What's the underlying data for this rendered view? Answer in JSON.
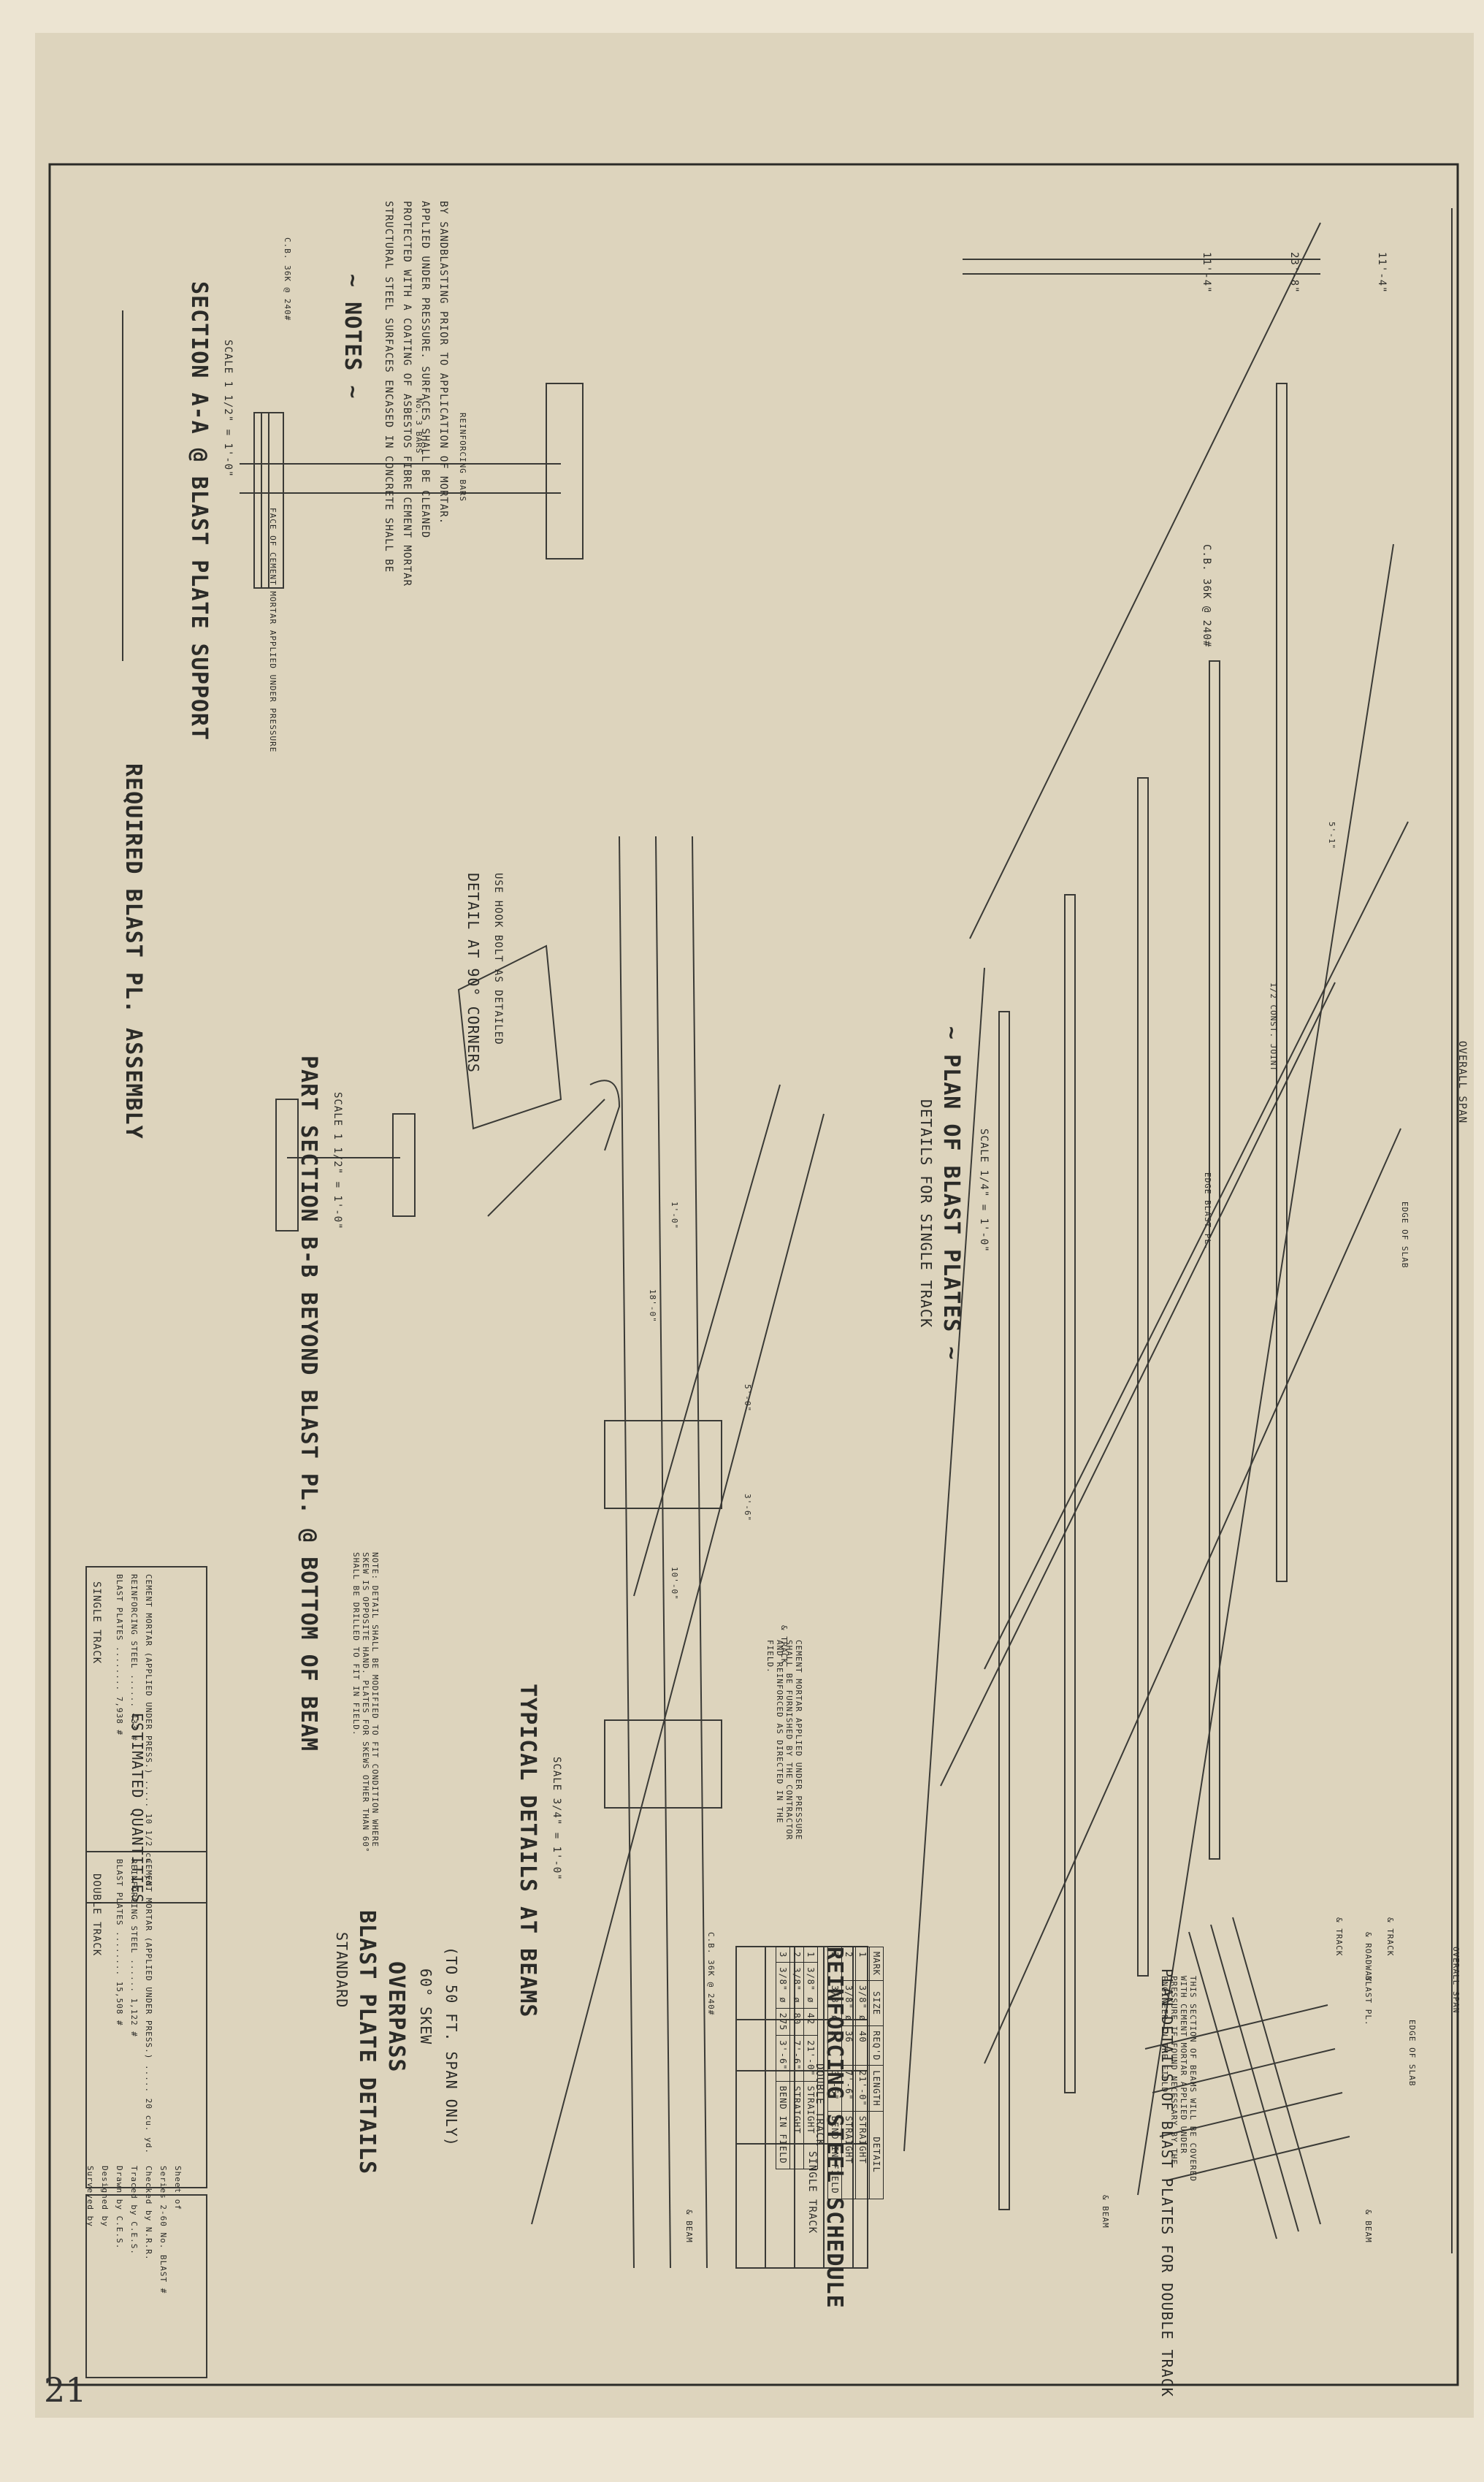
{
  "sheet_no": "21",
  "notes": {
    "heading": "~ NOTES ~",
    "lines": [
      "STRUCTURAL STEEL SURFACES ENCASED IN CONCRETE SHALL BE",
      "PROTECTED WITH A COATING OF ASBESTOS FIBRE CEMENT MORTAR",
      "APPLIED UNDER PRESSURE. SURFACES SHALL BE CLEANED",
      "BY SANDBLASTING PRIOR TO APPLICATION OF MORTAR."
    ]
  },
  "plan": {
    "caption": "DETAILS FOR SINGLE TRACK",
    "title": "~ PLAN OF BLAST PLATES ~",
    "scale": "SCALE 1/4\" = 1'-0\"",
    "dims": [
      "23'-8\"",
      "11'-4\"",
      "11'-4\"",
      "OVERALL SPAN",
      "C.B. 36K @ 240#",
      "5'-1\"",
      "EDGE OF SLAB",
      "EDGE BLAST PL.",
      "1/2 CONST. JOINT",
      "& BEAM",
      "& TRACK",
      "& ROADWAY"
    ]
  },
  "double_track": {
    "title": "PLAN-DETAILS OF BLAST PLATES FOR DOUBLE TRACK",
    "note": "THIS SECTION OF BEAMS WILL BE COVERED WITH CEMENT MORTAR APPLIED UNDER PRESSURE IF FOUND NECESSARY BY THE ENGINEER IN THE FIELD.",
    "labels": [
      "OVERALL SPAN",
      "EDGE OF SLAB",
      "BLAST PL.",
      "& TRACK",
      "& BEAM"
    ]
  },
  "schedule": {
    "title": "REINFORCING STEEL SCHEDULE",
    "single_heading": "SINGLE TRACK",
    "double_heading": "DOUBLE TRACK",
    "headers": [
      "MARK",
      "SIZE",
      "REQ'D",
      "LENGTH",
      "DETAIL"
    ],
    "single_rows": [
      [
        "1",
        "3/8\" ø",
        "40",
        "21'-0\"",
        "STRAIGHT"
      ],
      [
        "2",
        "3/8\" ø",
        "36",
        "7'-6\"",
        "STRAIGHT"
      ],
      [
        "3",
        "3/8\" ø",
        "2",
        "3'-6\"",
        "BEND IN FIELD"
      ]
    ],
    "double_rows": [
      [
        "1",
        "3/8\" ø",
        "42",
        "21'-0\"",
        "STRAIGHT"
      ],
      [
        "2",
        "3/8\" ø",
        "80",
        "7'-6\"",
        "STRAIGHT"
      ],
      [
        "3",
        "3/8\" ø",
        "275",
        "3'-6\"",
        "BEND IN FIELD"
      ]
    ]
  },
  "typical": {
    "title": "TYPICAL DETAILS AT BEAMS",
    "scale": "SCALE 3/4\" = 1'-0\"",
    "labels": [
      "C.B. 36K @ 240#",
      "18'-0\"",
      "1'-0\"",
      "10'-0\"",
      "3'-6\"",
      "5'-0\"",
      "& BEAM",
      "& TRACK"
    ],
    "note": "CEMENT MORTAR APPLIED UNDER PRESSURE SHALL BE FURNISHED BY THE CONTRACTOR AND REINFORCED AS DIRECTED IN THE FIELD."
  },
  "section_aa": {
    "title": "SECTION A-A @ BLAST PLATE SUPPORT",
    "scale": "SCALE 1 1/2\" = 1'-0\"",
    "labels": [
      "C.B. 36K @ 240#",
      "No. 3 BARS",
      "REINFORCING BARS",
      "FACE OF CEMENT MORTAR APPLIED UNDER PRESSURE"
    ]
  },
  "section_bb": {
    "title": "PART SECTION B-B BEYOND BLAST PL. @ BOTTOM OF BEAM",
    "scale": "SCALE 1 1/2\" = 1'-0\"",
    "detail_title": "DETAIL AT 90° CORNERS",
    "detail_note": "USE HOOK BOLT AS DETAILED"
  },
  "assembly": {
    "title": "REQUIRED BLAST PL. ASSEMBLY"
  },
  "quantities": {
    "title": "ESTIMATED QUANTITIES",
    "single": {
      "heading": "SINGLE TRACK",
      "lines": [
        "BLAST PLATES ........ 7,938 #",
        "REINFORCING STEEL ...... 433 #",
        "CEMENT MORTAR (APPLIED UNDER PRESS.) ..... 10 1/2 cu. yd."
      ]
    },
    "double": {
      "heading": "DOUBLE TRACK",
      "lines": [
        "BLAST PLATES ........ 15,508 #",
        "REINFORCING STEEL ...... 1,122 #",
        "CEMENT MORTAR (APPLIED UNDER PRESS.) ..... 20 cu. yd."
      ]
    }
  },
  "note_skew": "NOTE: DETAIL SHALL BE MODIFIED TO FIT CONDITION WHERE SKEW IS OPPOSITE HAND. PLATES FOR SKEWS OTHER THAN 60° SHALL BE DRILLED TO FIT IN FIELD.",
  "title_block": {
    "standard": "STANDARD",
    "line1": "BLAST PLATE DETAILS",
    "line2": "OVERPASS",
    "line3": "60° SKEW",
    "line4": "(TO 50 FT. SPAN ONLY)"
  },
  "signatures": {
    "lines": [
      "Surveyed by",
      "Designed by",
      "Drawn by C.E.S.",
      "Traced by C.E.S.",
      "Checked by N.R.R.",
      "Series 2-60 No. BLAST #",
      "Sheet of"
    ]
  }
}
